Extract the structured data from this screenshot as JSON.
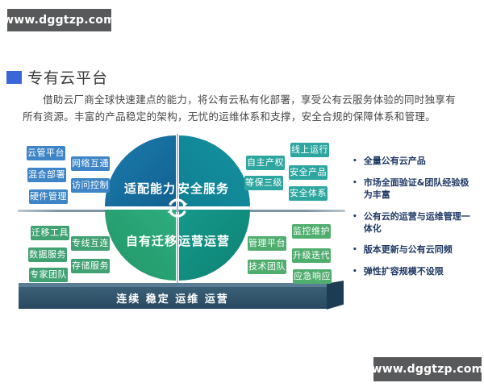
{
  "watermark": {
    "text": "www.dggtzp.com"
  },
  "title": {
    "text": "专有云平台"
  },
  "intro": {
    "text": "借助云厂商全球快速建点的能力，将公有云私有化部署，享受公有云服务体验的同时独享有所有资源。丰富的产品稳定的架构，无忧的运维体系和支撑，安全合规的保障体系和管理。"
  },
  "diagram": {
    "quadrants": {
      "top_left": {
        "label": "适配能力",
        "color": "#1570a0"
      },
      "top_right": {
        "label": "安全服务",
        "color": "#128a9c"
      },
      "bottom_left": {
        "label": "自有迁移",
        "color": "#28a377"
      },
      "bottom_right": {
        "label": "运营运营",
        "color": "#12907e"
      }
    },
    "center_icon": "sync-arrows",
    "groups": {
      "top_left": {
        "color": "#3d85c6",
        "items": [
          "云管平台",
          "网络互通",
          "混合部署",
          "访问控制",
          "硬件管理"
        ]
      },
      "top_right": {
        "color": "#2ea6a0",
        "items": [
          "线上运行",
          "自主产权",
          "安全产品",
          "等保三级",
          "安全体系"
        ]
      },
      "bottom_left": {
        "color": "#40a273",
        "items": [
          "迁移工具",
          "专线互连",
          "数据服务",
          "存储服务",
          "专家团队"
        ]
      },
      "bottom_right": {
        "color": "#4fae6e",
        "items": [
          "监控维护",
          "管理平台",
          "升级迭代",
          "技术团队",
          "应急响应"
        ]
      }
    },
    "platform": {
      "text": "连续 稳定 运维 运营"
    }
  },
  "bullets": {
    "marker": "•",
    "color": "#1f3864",
    "items": [
      "全量公有云产品",
      "市场全面验证&团队经验极为丰富",
      "公有云的运营与运维管理一体化",
      "版本更新与公有云同频",
      "弹性扩容规模不设限"
    ]
  }
}
